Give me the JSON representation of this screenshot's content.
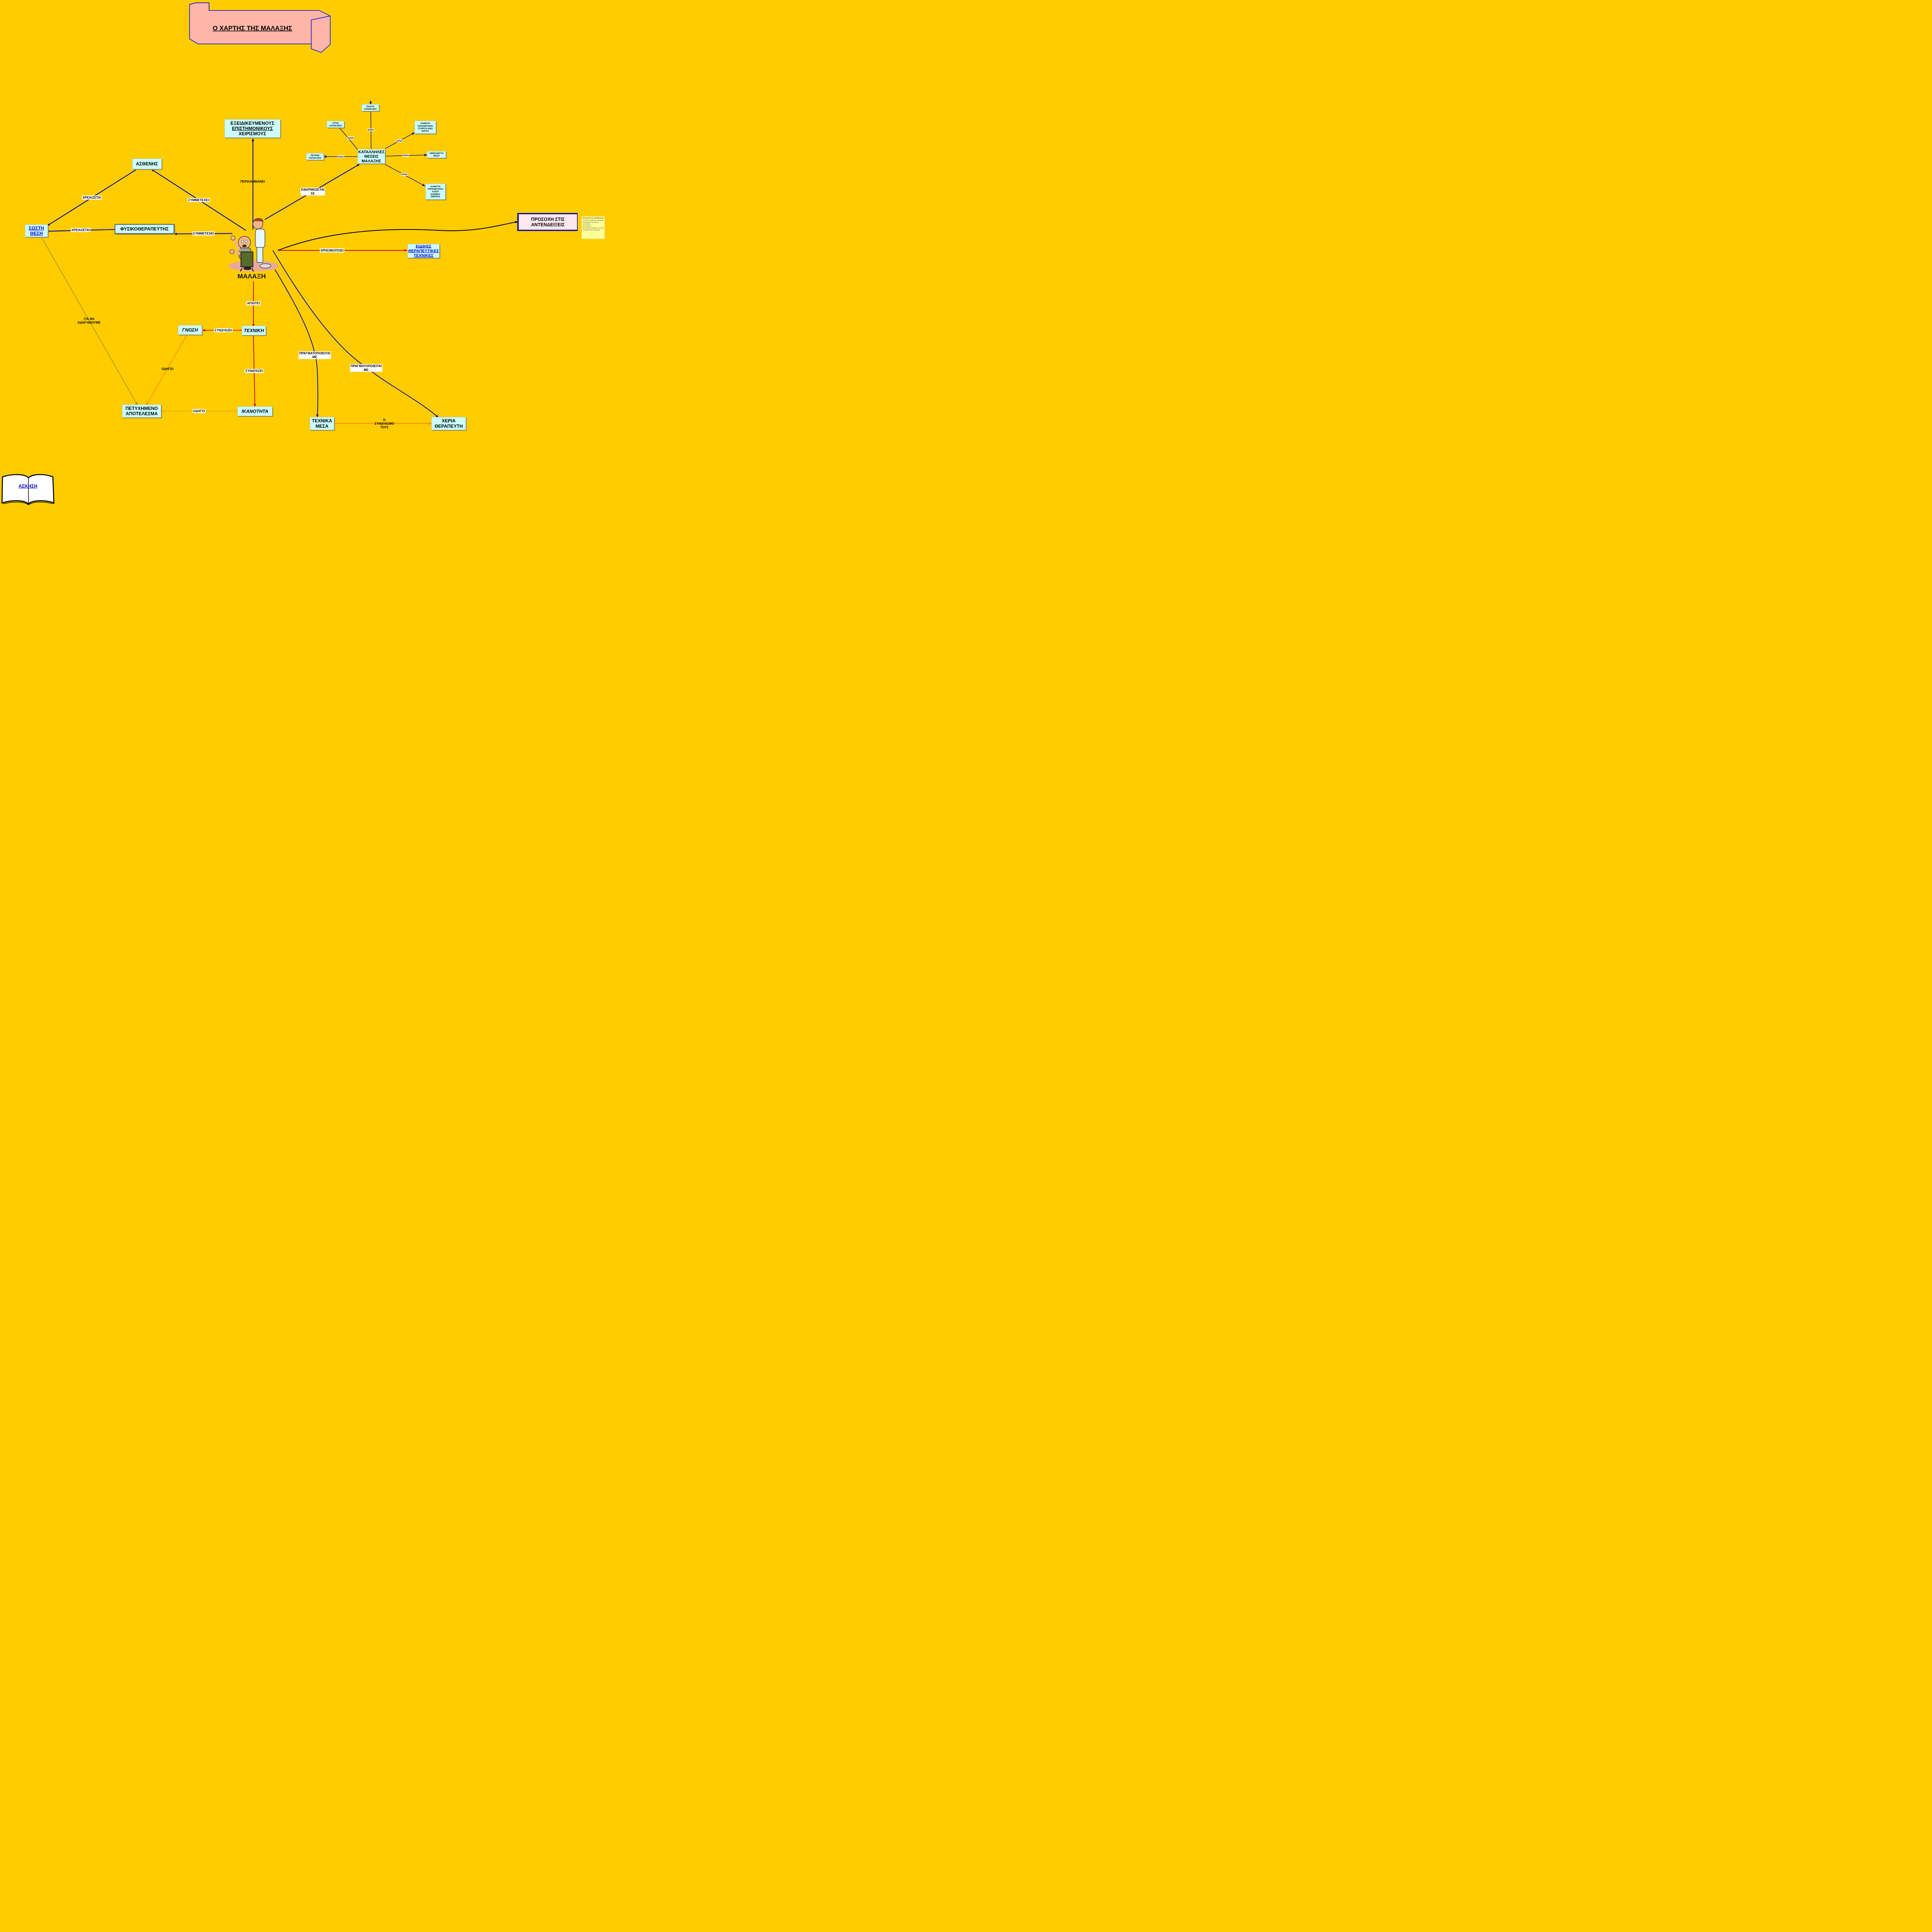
{
  "title": "Ο ΧΑΡΤΗΣ ΤΗΣ ΜΑΛΑΞΗΣ",
  "center": "ΜΑΛΑΞΗ",
  "nodes": {
    "asthenis": "ΑΣΘΕΝΗΣ",
    "exeidikeumenous_1": "ΕΞΕΙΔΙΚΕΥΜΕΝΟΥΣ",
    "exeidikeumenous_2": "ΕΠΙΣΤΗΜΟΝΙΚΟΥΣ",
    "exeidikeumenous_3": "ΧΕΙΡΙΣΜΟΥΣ",
    "fysiko": "ΦΥΣΙΚΟΘΕΡΑΠΕΥΤΗΣ",
    "sosti_1": "ΣΩΣΤΗ",
    "sosti_2": "ΘΕΣΗ",
    "katalliles_1": "ΚΑΤΑΛΛΗΛΕΣ",
    "katalliles_2": "ΘΕΣΕΙΣ",
    "katalliles_3": "ΜΑΛΑΞΗΣ",
    "plagia_1": "ΠΛΑΓΙΑ",
    "plagia_2": "ΚΑΤΑΚΛΙΣΗ",
    "yptia_1": "ΥΠΤΙΑ",
    "yptia_2": "ΚΑΤΑΚΛΙΣΗ",
    "kathisti1_1": "ΚΑΘΙΣΤΗ",
    "kathisti1_2": "ΤΟΠΟΘΕΤΗΣΗ:",
    "kathisti1_3": "ΣΤΗΡΙΞΗ ΑΝΩ",
    "kathisti1_4": "ΑΚΡΟΥ",
    "prinis_1": "ΠΡΥΝΗΣ",
    "prinis_2": "ΚΑΤΑΚΛΙΣΗ",
    "imikathisti_1": "ΗΜΙΚΑΘΙΣΤΗ",
    "imikathisti_2": "ΘΕΣΗ",
    "kathisti2_1": "ΚΑΘΙΣΤΗ",
    "kathisti2_2": "ΤΟΠΟΘΕΤΗΣΗ:",
    "kathisti2_3": "ΚΛΙΣΗ",
    "kathisti2_4": "ΚΟΡΜΟΥ",
    "kathisti2_5": "ΕΜΠΡΟΣ",
    "prosoxi_1": "ΠΡΟΣΟΧΗ ΣΤΙΣ",
    "prosoxi_2": "ΑΝΤΕΝΔΕΙΞΕΙΣ",
    "eidikes_1": "ΕΙΔΙΚΕΣ",
    "eidikes_2": "ΘΕΡΑΠΕΥΤΙΚΕΣ",
    "eidikes_3": "ΤΕΧΝΙΚΕΣ",
    "texniki": "ΤΕΧΝΙΚΗ",
    "gnosi": "ΓΝΩΣΗ",
    "ikanotita": "ΙΚΑΝΟΤΗΤΑ",
    "petyximeno_1": "ΠΕΤΥΧΗΜΕΝΟ",
    "petyximeno_2": "ΑΠΟΤΕΛΕΣΜΑ",
    "texnika_1": "ΤΕΧΝΙΚΑ",
    "texnika_2": "ΜΕΣΑ",
    "xeria_1": "ΧΕΡΙΑ",
    "xeria_2": "ΘΕΡΑΠΕΥΤΗ"
  },
  "labels": {
    "perilamvanei": "ΠΕΡΙΛΑΜΒΑΝΕΙ",
    "symmetexei_1": "ΣΥΜΜΕΤΕΧΕΙ",
    "symmetexei_2": "ΣΥΜΜΕΤΕΧΕΙ",
    "xreiazetai_1": "ΧΡΕΙΑΖΕΤΑΙ",
    "xreiazetai_2": "ΧΡΕΙΑΖΕΤΑΙ",
    "efarmozetai_1": "ΕΦΑΡΜΟΖΕΤΑΙ",
    "efarmozetai_2": "ΣΕ",
    "einai": "ΕΙΝΑΙ",
    "xrisimopoiei": "ΧΡΗΣΙΜΟΠΟΙΕΙ",
    "apaitei": "ΑΠΑΙΤΕΙ",
    "syndyazei_1": "ΣΥΝΔΥΑΖΕΙ",
    "syndyazei_2": "ΣΥΝΔΥΑΖΕΙ",
    "odigei_1": "ΟΔΗΓΕΙ",
    "odigei_2": "ΟΔΗΓΕΙ",
    "gia_na_1": "ΓΙΑ ΝΑ",
    "gia_na_2": "ΟΔΗΓΗΘΟΥΜΕ",
    "pragmatopoieitai_1": "ΠΡΑΓΜΑΤΟΠΟΙΕΙΤΑΙ",
    "pragmatopoieitai_2": "ΜΕ",
    "pragmatopoieitai_3": "ΠΡΑΓΜΑΤΟΠΟΙΕΙΤΑΙ",
    "pragmatopoieitai_4": "ΜΕ",
    "syndyasmo_1": "Η",
    "syndyasmo_2": "ΣΥΝΔΥΑΣΜΟ",
    "syndyasmo_3": "ΤΟΥΣ"
  },
  "note": {
    "heading": "ΠΡΟΣΟΧΗ ΣΤΙΣ ΑΝΤΕΝΔΕΙΞΕΙΣ",
    "lines": [
      "1) Ανοικτά τραύματα, εγκαύματα",
      "2) Δερματικές μολύνσεις",
      "3) Φλεβίτιδα",
      "4) Φλεγμονές",
      "5) Λοιμώδη νοσήματα π.χ. ιλαρά",
      "6) Αιματολογικά νοσήματα"
    ]
  },
  "exercise": "ΑΣΚΗΣΗ",
  "colors": {
    "background": "#ffcc00",
    "node_fill": "#ccffff",
    "blue_line": "#000099",
    "red_line": "#cc0000",
    "orange_line": "#ff6600",
    "title_banner": "#ffb6a8"
  }
}
